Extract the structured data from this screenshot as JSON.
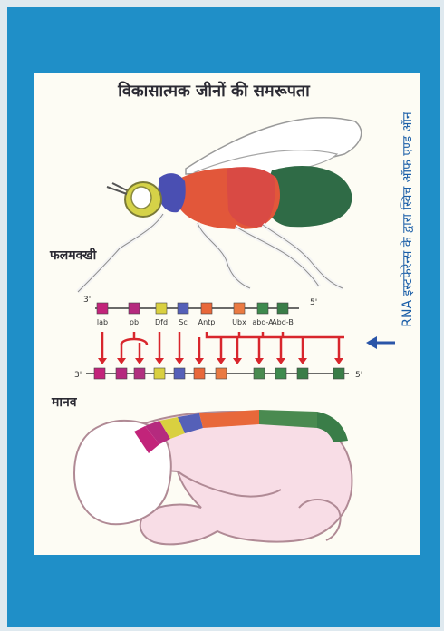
{
  "title": "विकासात्मक जीनों की समरूपता",
  "fly_label": "फलमक्खी",
  "human_label": "मानव",
  "side_text": "RNA इस्टफेरेन्स के द्वारा स्विच ऑफ एण्ड ऑन",
  "fly_row": {
    "end_left": "3'",
    "end_right": "5'",
    "genes": [
      {
        "name": "lab",
        "color": "#c2247a"
      },
      {
        "name": "pb",
        "color": "#b52a7e"
      },
      {
        "name": "Dfd",
        "color": "#d9d040"
      },
      {
        "name": "Sc",
        "color": "#5560b8"
      },
      {
        "name": "Antp",
        "color": "#e8683a"
      },
      {
        "name": "Ubx",
        "color": "#ea7a42"
      },
      {
        "name": "abd-A",
        "color": "#3e8a4e"
      },
      {
        "name": "Abd-B",
        "color": "#3a7d48"
      }
    ]
  },
  "human_row": {
    "end_left": "3'",
    "end_right": "5'"
  },
  "colors": {
    "frame": "#1f8fc8",
    "panel": "#fdfcf4",
    "arrow": "#d8262c",
    "side_text": "#1c5fa8",
    "fly_head": "#4a4fb2",
    "fly_thorax": "#e2573a",
    "fly_abdomen": "#2f6b46",
    "human_skin": "#f8dde6"
  },
  "icons": {
    "fly": "fruit-fly-illustration",
    "human": "human-embryo-illustration",
    "side_arrow": "arrow-left-icon"
  }
}
